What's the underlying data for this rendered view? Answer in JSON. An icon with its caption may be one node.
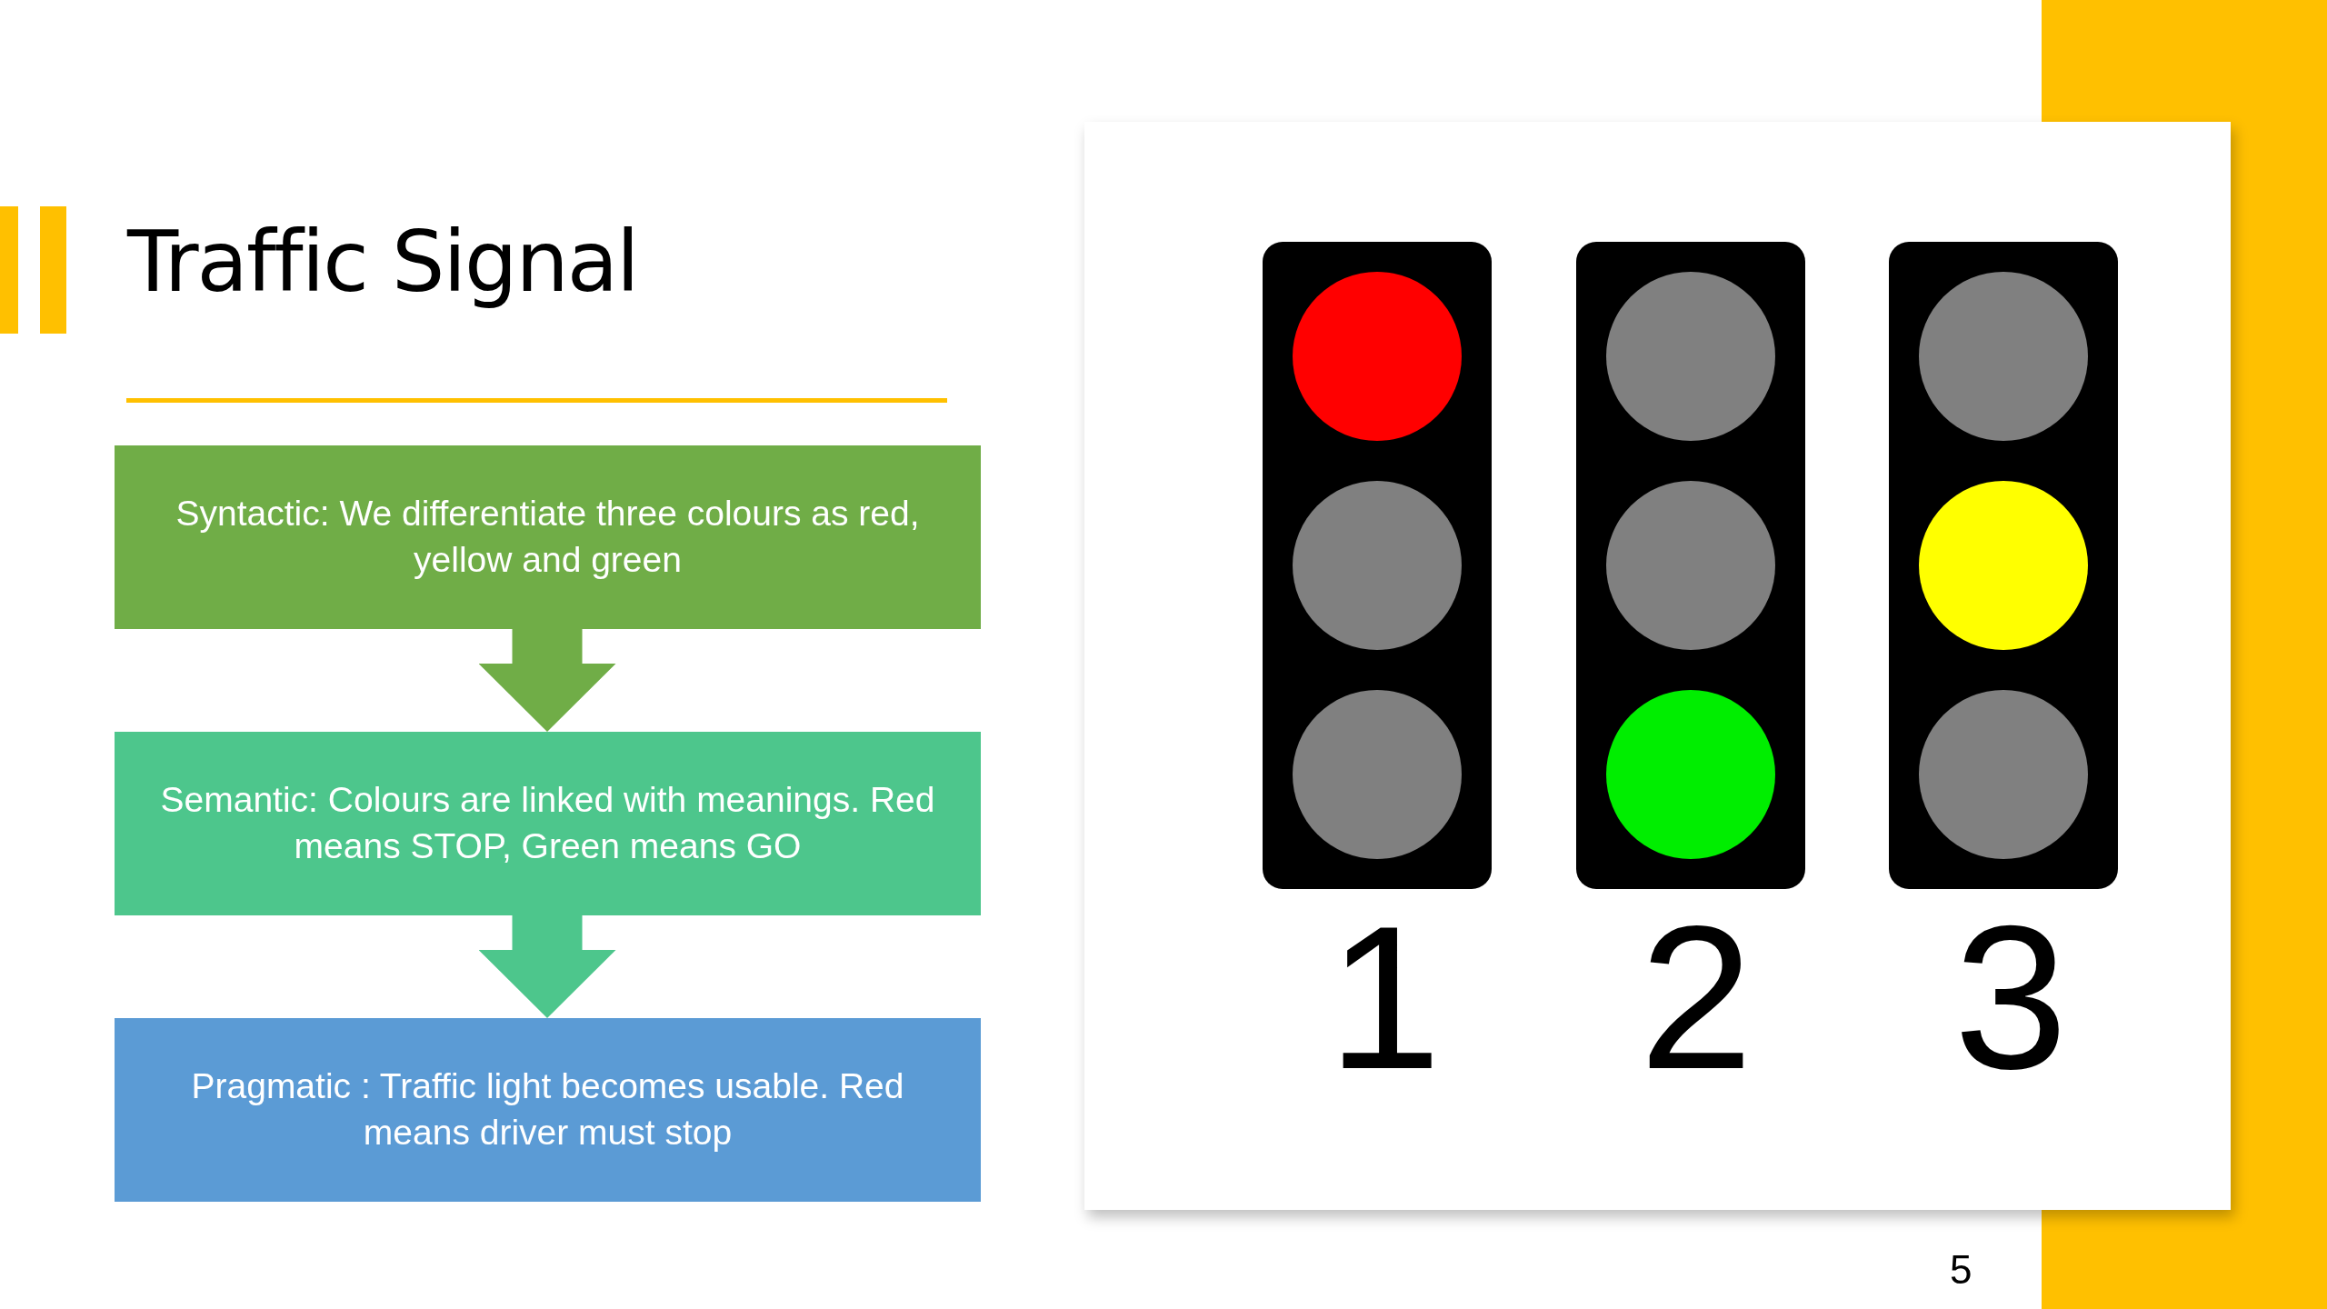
{
  "diagram": {
    "title": "Traffic Signal",
    "nodes": [
      {
        "text": [
          "Syntactic: We differentiate three colours as red, yellow and green"
        ]
      },
      {
        "text": [
          "Semantic: Colours are linked with meanings. Red means STOP, Green means GO"
        ]
      },
      {
        "text": [
          "Pragmatic : Traffic light becomes usable. Red means driver must stop"
        ]
      }
    ],
    "edges": [
      {
        "from": 0,
        "to": 1,
        "arrow": "to",
        "color": "#70ad47"
      },
      {
        "from": 1,
        "to": 2,
        "arrow": "to",
        "color": "#4dc68c"
      }
    ],
    "labels": [
      "1",
      "2",
      "3",
      "5"
    ]
  }
}
